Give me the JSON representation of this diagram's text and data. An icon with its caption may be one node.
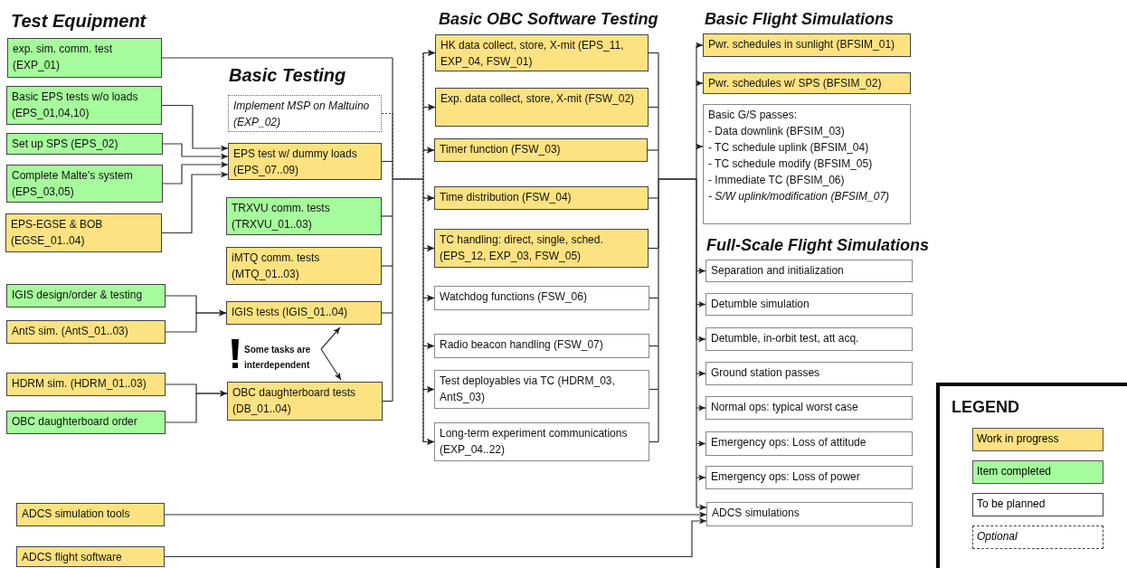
{
  "diagram": {
    "nodes": [
      {
        "text": [
          "exp. sim. comm. test (EXP_01)"
        ]
      },
      {
        "text": [
          "Basic EPS tests w/o loads (EPS_01,04,10)"
        ]
      },
      {
        "text": [
          "Set up SPS (EPS_02)"
        ]
      },
      {
        "text": [
          "Complete Malte's system (EPS_03,05)"
        ]
      },
      {
        "text": [
          "EPS-EGSE & BOB (EGSE_01..04)"
        ]
      },
      {
        "text": [
          "IGIS design/order & testing"
        ]
      },
      {
        "text": [
          "AntS sim. (AntS_01..03)"
        ]
      },
      {
        "text": [
          "HDRM sim. (HDRM_01..03)"
        ]
      },
      {
        "text": [
          "OBC daughterboard order"
        ]
      },
      {
        "text": [
          "ADCS simulation tools"
        ]
      },
      {
        "text": [
          "ADCS flight software"
        ]
      },
      {
        "text": [
          "Implement MSP on Maltuino (EXP_02)"
        ]
      },
      {
        "text": [
          "EPS test w/ dummy loads (EPS_07..09)"
        ]
      },
      {
        "text": [
          "TRXVU comm. tests (TRXVU_01..03)"
        ]
      },
      {
        "text": [
          "iMTQ comm. tests (MTQ_01..03)"
        ]
      },
      {
        "text": [
          "IGIS tests (IGIS_01..04)"
        ]
      },
      {
        "text": [
          "OBC daughterboard tests (DB_01..04)"
        ]
      },
      {
        "text": [
          "Some tasks are interdependent"
        ]
      },
      {
        "text": [
          "HK data collect, store, X-mit (EPS_11, EXP_04, FSW_01)"
        ]
      },
      {
        "text": [
          "Exp. data collect, store, X-mit (FSW_02)"
        ]
      },
      {
        "text": [
          "Timer function (FSW_03)"
        ]
      },
      {
        "text": [
          "Time distribution (FSW_04)"
        ]
      },
      {
        "text": [
          "TC handling: direct, single, sched. (EPS_12, EXP_03, FSW_05)"
        ]
      },
      {
        "text": [
          "Watchdog functions (FSW_06)"
        ]
      },
      {
        "text": [
          "Radio beacon handling (FSW_07)"
        ]
      },
      {
        "text": [
          "Test deployables via TC (HDRM_03, AntS_03)"
        ]
      },
      {
        "text": [
          "Long-term experiment communications (EXP_04..22)"
        ]
      },
      {
        "text": [
          "Pwr. schedules in sunlight (BFSIM_01)"
        ]
      },
      {
        "text": [
          "Pwr. schedules w/ SPS (BFSIM_02)"
        ]
      },
      {
        "text": [
          "Basic G/S passes:",
          "- Data downlink (BFSIM_03)",
          "- TC schedule uplink (BFSIM_04)",
          "- TC schedule modify (BFSIM_05)",
          "- Immediate TC (BFSIM_06)",
          "*- S/W uplink/modification (BFSIM_07)*"
        ]
      },
      {
        "text": [
          "Separation and initialization"
        ]
      },
      {
        "text": [
          "Detumble simulation"
        ]
      },
      {
        "text": [
          "Detumble, in-orbit test, att acq."
        ]
      },
      {
        "text": [
          "Ground station passes"
        ]
      },
      {
        "text": [
          "Normal ops: typical worst case"
        ]
      },
      {
        "text": [
          "Emergency ops: Loss of attitude"
        ]
      },
      {
        "text": [
          "Emergency ops: Loss of power"
        ]
      },
      {
        "text": [
          "ADCS simulations"
        ]
      }
    ],
    "edges": [
      {
        "from": 1,
        "to": 12,
        "arrow": "to"
      },
      {
        "from": 2,
        "to": 12,
        "arrow": "to"
      },
      {
        "from": 3,
        "to": 12,
        "arrow": "to"
      },
      {
        "from": 4,
        "to": 12,
        "arrow": "to"
      },
      {
        "from": 5,
        "to": 15,
        "arrow": "to"
      },
      {
        "from": 6,
        "to": 15,
        "arrow": "to"
      },
      {
        "from": 7,
        "to": 16,
        "arrow": "to"
      },
      {
        "from": 8,
        "to": 16,
        "arrow": "to"
      },
      {
        "from": 17,
        "to": 15,
        "arrow": "to"
      },
      {
        "from": 17,
        "to": 16,
        "arrow": "to"
      },
      {
        "from": 9,
        "to": 37,
        "arrow": "to"
      },
      {
        "from": 10,
        "to": 37,
        "arrow": "to"
      },
      {
        "from": 0,
        "to": 18,
        "arrow": "to"
      },
      {
        "from": 0,
        "to": 19,
        "arrow": "to"
      },
      {
        "from": 0,
        "to": 20,
        "arrow": "to"
      },
      {
        "from": 0,
        "to": 21,
        "arrow": "to"
      },
      {
        "from": 0,
        "to": 22,
        "arrow": "to"
      },
      {
        "from": 0,
        "to": 23,
        "arrow": "to"
      },
      {
        "from": 0,
        "to": 24,
        "arrow": "to"
      },
      {
        "from": 0,
        "to": 25,
        "arrow": "to"
      },
      {
        "from": 0,
        "to": 26,
        "arrow": "to"
      },
      {
        "from": 11,
        "to": 18,
        "arrow": "to",
        "style": "dashed"
      },
      {
        "from": 11,
        "to": 19,
        "arrow": "to",
        "style": "dashed"
      },
      {
        "from": 11,
        "to": 20,
        "arrow": "to",
        "style": "dashed"
      },
      {
        "from": 11,
        "to": 21,
        "arrow": "to",
        "style": "dashed"
      },
      {
        "from": 11,
        "to": 22,
        "arrow": "to",
        "style": "dashed"
      },
      {
        "from": 11,
        "to": 23,
        "arrow": "to",
        "style": "dashed"
      },
      {
        "from": 11,
        "to": 24,
        "arrow": "to",
        "style": "dashed"
      },
      {
        "from": 11,
        "to": 25,
        "arrow": "to",
        "style": "dashed"
      },
      {
        "from": 11,
        "to": 26,
        "arrow": "to",
        "style": "dashed"
      },
      {
        "from": 12,
        "to": 18,
        "arrow": "to"
      },
      {
        "from": 12,
        "to": 19,
        "arrow": "to"
      },
      {
        "from": 12,
        "to": 20,
        "arrow": "to"
      },
      {
        "from": 12,
        "to": 21,
        "arrow": "to"
      },
      {
        "from": 12,
        "to": 22,
        "arrow": "to"
      },
      {
        "from": 12,
        "to": 23,
        "arrow": "to"
      },
      {
        "from": 12,
        "to": 24,
        "arrow": "to"
      },
      {
        "from": 12,
        "to": 25,
        "arrow": "to"
      },
      {
        "from": 12,
        "to": 26,
        "arrow": "to"
      },
      {
        "from": 13,
        "to": 18,
        "arrow": "to"
      },
      {
        "from": 13,
        "to": 19,
        "arrow": "to"
      },
      {
        "from": 13,
        "to": 20,
        "arrow": "to"
      },
      {
        "from": 13,
        "to": 21,
        "arrow": "to"
      },
      {
        "from": 13,
        "to": 22,
        "arrow": "to"
      },
      {
        "from": 13,
        "to": 23,
        "arrow": "to"
      },
      {
        "from": 13,
        "to": 24,
        "arrow": "to"
      },
      {
        "from": 13,
        "to": 25,
        "arrow": "to"
      },
      {
        "from": 13,
        "to": 26,
        "arrow": "to"
      },
      {
        "from": 14,
        "to": 18,
        "arrow": "to"
      },
      {
        "from": 14,
        "to": 19,
        "arrow": "to"
      },
      {
        "from": 14,
        "to": 20,
        "arrow": "to"
      },
      {
        "from": 14,
        "to": 21,
        "arrow": "to"
      },
      {
        "from": 14,
        "to": 22,
        "arrow": "to"
      },
      {
        "from": 14,
        "to": 23,
        "arrow": "to"
      },
      {
        "from": 14,
        "to": 24,
        "arrow": "to"
      },
      {
        "from": 14,
        "to": 25,
        "arrow": "to"
      },
      {
        "from": 14,
        "to": 26,
        "arrow": "to"
      },
      {
        "from": 15,
        "to": 18,
        "arrow": "to"
      },
      {
        "from": 15,
        "to": 19,
        "arrow": "to"
      },
      {
        "from": 15,
        "to": 20,
        "arrow": "to"
      },
      {
        "from": 15,
        "to": 21,
        "arrow": "to"
      },
      {
        "from": 15,
        "to": 22,
        "arrow": "to"
      },
      {
        "from": 15,
        "to": 23,
        "arrow": "to"
      },
      {
        "from": 15,
        "to": 24,
        "arrow": "to"
      },
      {
        "from": 15,
        "to": 25,
        "arrow": "to"
      },
      {
        "from": 15,
        "to": 26,
        "arrow": "to"
      },
      {
        "from": 16,
        "to": 18,
        "arrow": "to"
      },
      {
        "from": 16,
        "to": 19,
        "arrow": "to"
      },
      {
        "from": 16,
        "to": 20,
        "arrow": "to"
      },
      {
        "from": 16,
        "to": 21,
        "arrow": "to"
      },
      {
        "from": 16,
        "to": 22,
        "arrow": "to"
      },
      {
        "from": 16,
        "to": 23,
        "arrow": "to"
      },
      {
        "from": 16,
        "to": 24,
        "arrow": "to"
      },
      {
        "from": 16,
        "to": 25,
        "arrow": "to"
      },
      {
        "from": 16,
        "to": 26,
        "arrow": "to"
      },
      {
        "from": 18,
        "to": 27,
        "arrow": "to"
      },
      {
        "from": 18,
        "to": 28,
        "arrow": "to"
      },
      {
        "from": 18,
        "to": 29,
        "arrow": "to"
      },
      {
        "from": 18,
        "to": 30,
        "arrow": "to"
      },
      {
        "from": 18,
        "to": 31,
        "arrow": "to"
      },
      {
        "from": 18,
        "to": 32,
        "arrow": "to"
      },
      {
        "from": 18,
        "to": 33,
        "arrow": "to"
      },
      {
        "from": 18,
        "to": 34,
        "arrow": "to"
      },
      {
        "from": 18,
        "to": 35,
        "arrow": "to"
      },
      {
        "from": 18,
        "to": 36,
        "arrow": "to"
      },
      {
        "from": 18,
        "to": 37,
        "arrow": "to"
      },
      {
        "from": 19,
        "to": 27,
        "arrow": "to"
      },
      {
        "from": 19,
        "to": 28,
        "arrow": "to"
      },
      {
        "from": 19,
        "to": 29,
        "arrow": "to"
      },
      {
        "from": 19,
        "to": 30,
        "arrow": "to"
      },
      {
        "from": 19,
        "to": 31,
        "arrow": "to"
      },
      {
        "from": 19,
        "to": 32,
        "arrow": "to"
      },
      {
        "from": 19,
        "to": 33,
        "arrow": "to"
      },
      {
        "from": 19,
        "to": 34,
        "arrow": "to"
      },
      {
        "from": 19,
        "to": 35,
        "arrow": "to"
      },
      {
        "from": 19,
        "to": 36,
        "arrow": "to"
      },
      {
        "from": 19,
        "to": 37,
        "arrow": "to"
      },
      {
        "from": 20,
        "to": 27,
        "arrow": "to"
      },
      {
        "from": 20,
        "to": 28,
        "arrow": "to"
      },
      {
        "from": 20,
        "to": 29,
        "arrow": "to"
      },
      {
        "from": 20,
        "to": 30,
        "arrow": "to"
      },
      {
        "from": 20,
        "to": 31,
        "arrow": "to"
      },
      {
        "from": 20,
        "to": 32,
        "arrow": "to"
      },
      {
        "from": 20,
        "to": 33,
        "arrow": "to"
      },
      {
        "from": 20,
        "to": 34,
        "arrow": "to"
      },
      {
        "from": 20,
        "to": 35,
        "arrow": "to"
      },
      {
        "from": 20,
        "to": 36,
        "arrow": "to"
      },
      {
        "from": 20,
        "to": 37,
        "arrow": "to"
      },
      {
        "from": 21,
        "to": 27,
        "arrow": "to"
      },
      {
        "from": 21,
        "to": 28,
        "arrow": "to"
      },
      {
        "from": 21,
        "to": 29,
        "arrow": "to"
      },
      {
        "from": 21,
        "to": 30,
        "arrow": "to"
      },
      {
        "from": 21,
        "to": 31,
        "arrow": "to"
      },
      {
        "from": 21,
        "to": 32,
        "arrow": "to"
      },
      {
        "from": 21,
        "to": 33,
        "arrow": "to"
      },
      {
        "from": 21,
        "to": 34,
        "arrow": "to"
      },
      {
        "from": 21,
        "to": 35,
        "arrow": "to"
      },
      {
        "from": 21,
        "to": 36,
        "arrow": "to"
      },
      {
        "from": 21,
        "to": 37,
        "arrow": "to"
      },
      {
        "from": 22,
        "to": 27,
        "arrow": "to"
      },
      {
        "from": 22,
        "to": 28,
        "arrow": "to"
      },
      {
        "from": 22,
        "to": 29,
        "arrow": "to"
      },
      {
        "from": 22,
        "to": 30,
        "arrow": "to"
      },
      {
        "from": 22,
        "to": 31,
        "arrow": "to"
      },
      {
        "from": 22,
        "to": 32,
        "arrow": "to"
      },
      {
        "from": 22,
        "to": 33,
        "arrow": "to"
      },
      {
        "from": 22,
        "to": 34,
        "arrow": "to"
      },
      {
        "from": 22,
        "to": 35,
        "arrow": "to"
      },
      {
        "from": 22,
        "to": 36,
        "arrow": "to"
      },
      {
        "from": 22,
        "to": 37,
        "arrow": "to"
      },
      {
        "from": 23,
        "to": 27,
        "arrow": "to"
      },
      {
        "from": 23,
        "to": 28,
        "arrow": "to"
      },
      {
        "from": 23,
        "to": 29,
        "arrow": "to"
      },
      {
        "from": 23,
        "to": 30,
        "arrow": "to"
      },
      {
        "from": 23,
        "to": 31,
        "arrow": "to"
      },
      {
        "from": 23,
        "to": 32,
        "arrow": "to"
      },
      {
        "from": 23,
        "to": 33,
        "arrow": "to"
      },
      {
        "from": 23,
        "to": 34,
        "arrow": "to"
      },
      {
        "from": 23,
        "to": 35,
        "arrow": "to"
      },
      {
        "from": 23,
        "to": 36,
        "arrow": "to"
      },
      {
        "from": 23,
        "to": 37,
        "arrow": "to"
      },
      {
        "from": 24,
        "to": 27,
        "arrow": "to"
      },
      {
        "from": 24,
        "to": 28,
        "arrow": "to"
      },
      {
        "from": 24,
        "to": 29,
        "arrow": "to"
      },
      {
        "from": 24,
        "to": 30,
        "arrow": "to"
      },
      {
        "from": 24,
        "to": 31,
        "arrow": "to"
      },
      {
        "from": 24,
        "to": 32,
        "arrow": "to"
      },
      {
        "from": 24,
        "to": 33,
        "arrow": "to"
      },
      {
        "from": 24,
        "to": 34,
        "arrow": "to"
      },
      {
        "from": 24,
        "to": 35,
        "arrow": "to"
      },
      {
        "from": 24,
        "to": 36,
        "arrow": "to"
      },
      {
        "from": 24,
        "to": 37,
        "arrow": "to"
      },
      {
        "from": 25,
        "to": 27,
        "arrow": "to"
      },
      {
        "from": 25,
        "to": 28,
        "arrow": "to"
      },
      {
        "from": 25,
        "to": 29,
        "arrow": "to"
      },
      {
        "from": 25,
        "to": 30,
        "arrow": "to"
      },
      {
        "from": 25,
        "to": 31,
        "arrow": "to"
      },
      {
        "from": 25,
        "to": 32,
        "arrow": "to"
      },
      {
        "from": 25,
        "to": 33,
        "arrow": "to"
      },
      {
        "from": 25,
        "to": 34,
        "arrow": "to"
      },
      {
        "from": 25,
        "to": 35,
        "arrow": "to"
      },
      {
        "from": 25,
        "to": 36,
        "arrow": "to"
      },
      {
        "from": 25,
        "to": 37,
        "arrow": "to"
      },
      {
        "from": 26,
        "to": 27,
        "arrow": "to"
      },
      {
        "from": 26,
        "to": 28,
        "arrow": "to"
      },
      {
        "from": 26,
        "to": 29,
        "arrow": "to"
      },
      {
        "from": 26,
        "to": 30,
        "arrow": "to"
      },
      {
        "from": 26,
        "to": 31,
        "arrow": "to"
      },
      {
        "from": 26,
        "to": 32,
        "arrow": "to"
      },
      {
        "from": 26,
        "to": 33,
        "arrow": "to"
      },
      {
        "from": 26,
        "to": 34,
        "arrow": "to"
      },
      {
        "from": 26,
        "to": 35,
        "arrow": "to"
      },
      {
        "from": 26,
        "to": 36,
        "arrow": "to"
      },
      {
        "from": 26,
        "to": 37,
        "arrow": "to"
      }
    ],
    "labels": [
      "Test Equipment",
      "Basic OBC Software Testing",
      "Basic Flight Simulations",
      "Basic Testing",
      "Full-Scale Flight Simulations",
      "LEGEND"
    ],
    "legend": [
      {
        "text": "Work in progress",
        "color": "#fde281"
      },
      {
        "text": "Item completed",
        "color": "#a6fc9c"
      },
      {
        "text": "To be planned",
        "color": "#ffffff"
      },
      {
        "text": "Optional"
      }
    ]
  }
}
